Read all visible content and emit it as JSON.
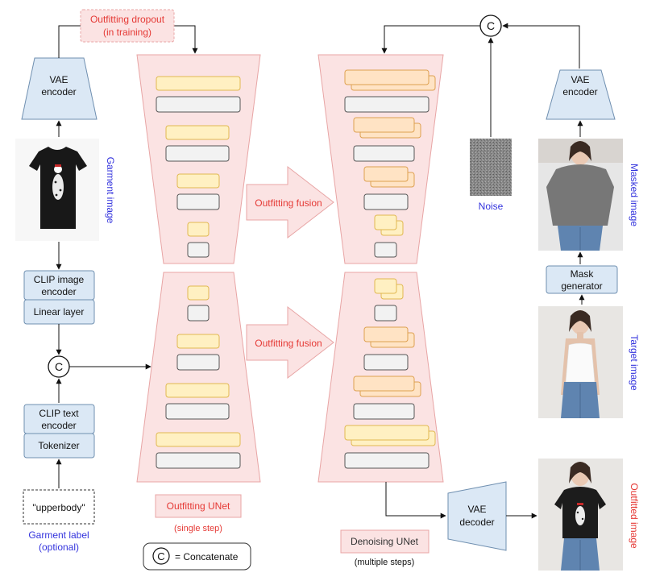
{
  "left": {
    "vae_encoder": [
      "VAE",
      "encoder"
    ],
    "garment_image_label": "Garment image",
    "clip_image_encoder": [
      "CLIP image",
      "encoder"
    ],
    "linear_layer": "Linear layer",
    "concat_symbol": "C",
    "clip_text_encoder": [
      "CLIP text",
      "encoder"
    ],
    "tokenizer": "Tokenizer",
    "garment_label_value": "\"upperbody\"",
    "garment_label_caption": [
      "Garment label",
      "(optional)"
    ]
  },
  "outfitting_dropout": [
    "Outfitting dropout",
    "(in training)"
  ],
  "outfitting_unet": {
    "label": "Outfitting UNet",
    "note": "(single step)"
  },
  "fusion_labels": [
    "Outfitting fusion",
    "Outfitting fusion"
  ],
  "denoising_unet": {
    "label": "Denoising UNet",
    "note": "(multiple steps)"
  },
  "legend": {
    "symbol": "C",
    "text": "= Concatenate"
  },
  "noise": {
    "label": "Noise",
    "concat_symbol": "C"
  },
  "right": {
    "vae_encoder": [
      "VAE",
      "encoder"
    ],
    "masked_image_label": "Masked image",
    "mask_generator": [
      "Mask",
      "generator"
    ],
    "target_image_label": "Target image",
    "vae_decoder": [
      "VAE",
      "decoder"
    ],
    "outfitted_image_label": "Outfitted image"
  },
  "colors": {
    "blue_box_fill": "#dbe8f5",
    "blue_box_stroke": "#6f8fb0",
    "pink_fill": "#fbe3e3",
    "pink_stroke": "#e8a5a5",
    "yellow_fill": "#fff0c2",
    "yellow_stroke": "#e0b850",
    "orange_fill": "#ffe3c4",
    "orange_stroke": "#dea050",
    "gray_block_fill": "#f2f2f2",
    "red_text": "#e53935",
    "blue_text": "#3333dd"
  }
}
